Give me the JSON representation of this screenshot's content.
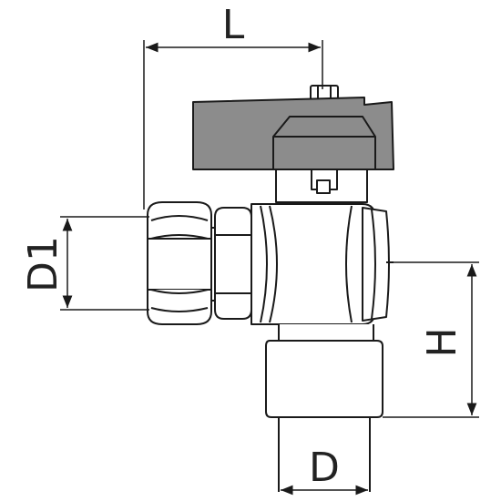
{
  "diagram": {
    "labels": {
      "L": "L",
      "D1": "D1",
      "H": "H",
      "D": "D"
    },
    "colors": {
      "stroke": "#1a1a1a",
      "handle_fill": "#8c8c8c",
      "body_fill": "#ffffff",
      "label": "#222222"
    }
  }
}
